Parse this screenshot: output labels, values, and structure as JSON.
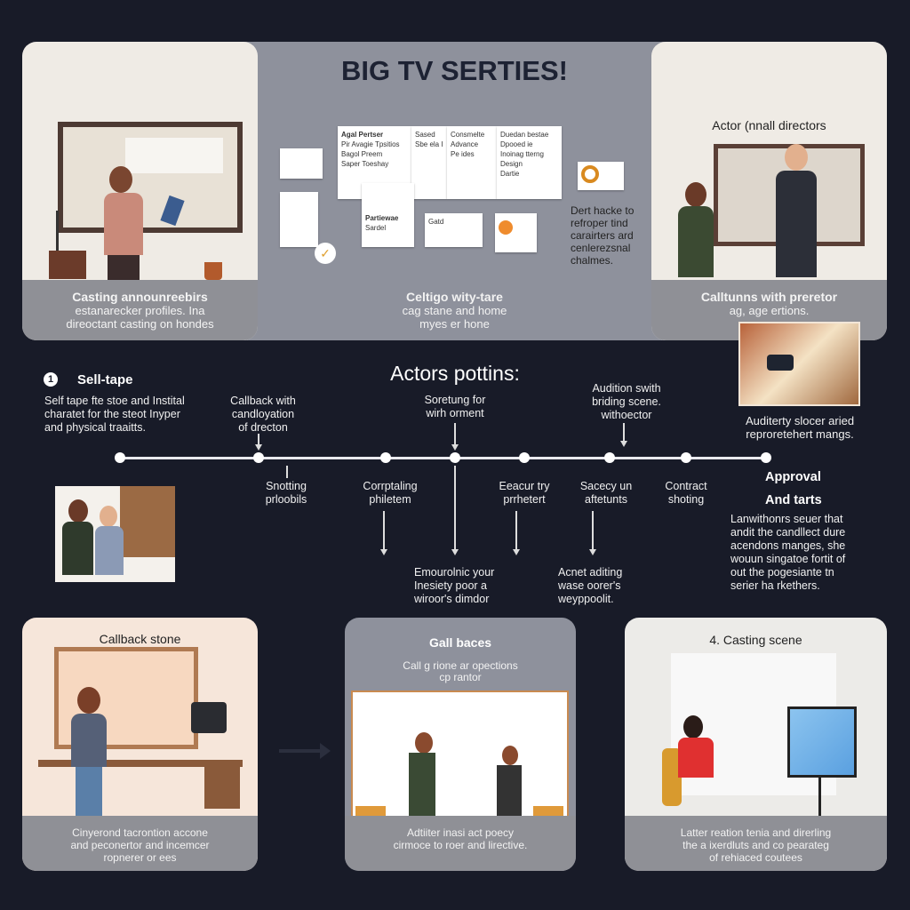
{
  "header": {
    "title": "BIG TV SERTIES!"
  },
  "top_panels": [
    {
      "caption_title": "Casting announreebirs",
      "caption_lines": [
        "estanarecker profiles. Ina",
        "direoctant casting on hondes"
      ]
    },
    {
      "caption_title": "Celtigo wity-tare",
      "caption_lines": [
        "cag stane and home",
        "myes er hone"
      ],
      "board_notes": [
        "Agal Pertser",
        "Pir Avagie Tpsitios",
        "Bagol Preem",
        "Saper Toeshay",
        "Sased",
        "Sbe ela I",
        "Consmelte",
        "Advance",
        "Pe ides",
        "Duedan bestae",
        "Dpooed ie",
        "Inoinag tterng",
        "Design",
        "Dartie",
        "Partiewae",
        "Sardel",
        "Gatd"
      ],
      "side_note": [
        "Dert hacke to",
        "refroper tind",
        "carairters ard",
        "cenlerezsnal",
        "chalmes."
      ]
    },
    {
      "heading": "Actor (nnall directors",
      "caption_title": "Calltunns with preretor",
      "caption_lines": [
        "ag, age ertions."
      ]
    }
  ],
  "inset_photo_caption": [
    "Auditerty slocer aried",
    "reproretehert mangs."
  ],
  "timeline": {
    "title": "Actors pottins:",
    "step_number": "1",
    "start": {
      "title": "Sell-tape",
      "lines": [
        "Self tape fte stoe and Instital",
        "charatet for the steot Inyper",
        "and physical traaitts."
      ]
    },
    "above": [
      {
        "lines": [
          "Callback with",
          "candloyation",
          "of drecton"
        ]
      },
      {
        "lines": [
          "Soretung for",
          "wirh orment"
        ]
      },
      {
        "lines": [
          "Audition swith",
          "briding scene.",
          "withoector"
        ]
      }
    ],
    "below": [
      {
        "lines": [
          "Snotting",
          "prloobils"
        ]
      },
      {
        "lines": [
          "Corrptaling",
          "philetem"
        ]
      },
      {
        "lines": [
          "Eeacur try",
          "prrhetert"
        ]
      },
      {
        "lines": [
          "Sacecy un",
          "aftetunts"
        ]
      },
      {
        "lines": [
          "Contract",
          "shoting"
        ]
      }
    ],
    "lower": [
      {
        "lines": [
          "Emourolnic your",
          "Inesiety poor a",
          "wiroor's dimdor"
        ]
      },
      {
        "lines": [
          "Acnet aditing",
          "wase oorer's",
          "weyppoolit."
        ]
      }
    ],
    "end": {
      "title_lines": [
        "Approval",
        "And tarts"
      ],
      "lines": [
        "Lan​withonrs seuer that",
        "andit the candllect dure",
        "acendons manges, she",
        "wouun singatoe fortit of",
        "out the pogesiante tn",
        "serier ha rkethers."
      ]
    }
  },
  "bottom_cards": [
    {
      "heading": "Callback stone",
      "caption_lines": [
        "Cinyerond tacrontion accone",
        "and peconertor and incemcer",
        "ropnerer or ees"
      ]
    },
    {
      "heading": "Gall baces",
      "sub_lines": [
        "Call g rione ar opections",
        "cp rantor"
      ],
      "caption_lines": [
        "Adtiiter inasi act poecy",
        "cirmoce to roer and lirective."
      ]
    },
    {
      "heading": "4. Casting scene",
      "caption_lines": [
        "Latter reation tenia and direrling",
        "the a ixerdluts and co pearateg",
        "of rehiaced coutees"
      ]
    }
  ],
  "colors": {
    "background": "#181b28",
    "panel_gray": "#8e919c",
    "caption_gray": "#8f9096",
    "card_light": "#efebe5",
    "title": "#1d2233"
  }
}
